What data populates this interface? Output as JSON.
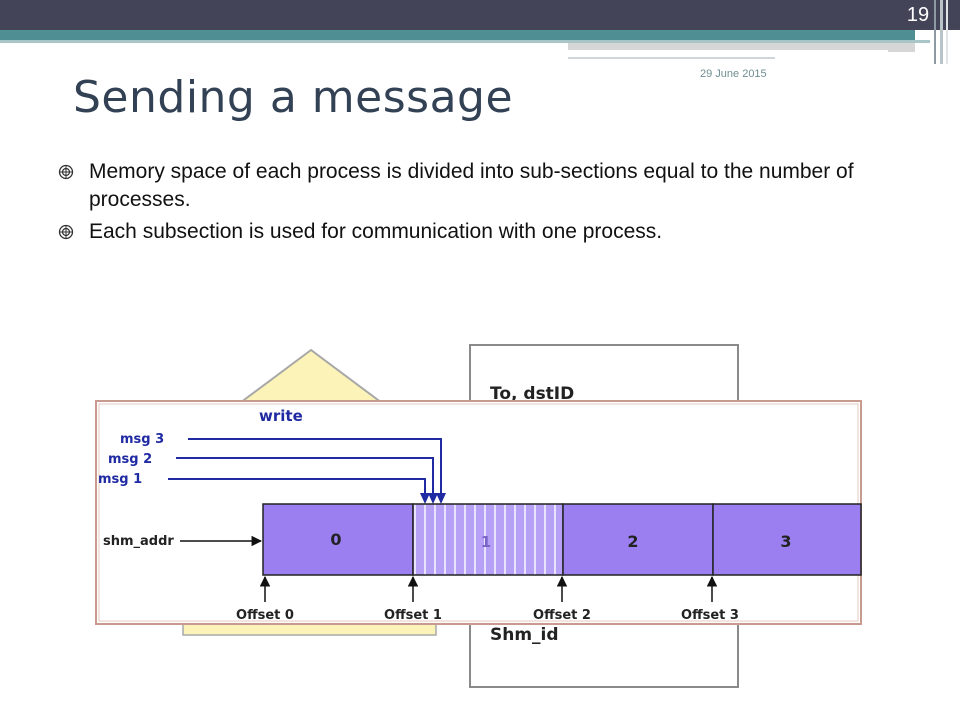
{
  "slide": {
    "number": "19",
    "date": "29 June 2015",
    "title": "Sending a message"
  },
  "bullets": [
    "Memory space of each process is divided into sub-sections equal to the number of processes.",
    "Each subsection is used for communication with one process."
  ],
  "diagram": {
    "back_box_labels": [
      "To, dstID",
      "Shm_id"
    ],
    "write_label": "write",
    "messages": [
      "msg 3",
      "msg 2",
      "msg 1"
    ],
    "shm_label": "shm_addr",
    "segments": [
      "0",
      "1",
      "2",
      "3"
    ],
    "offsets": [
      "Offset 0",
      "Offset 1",
      "Offset 2",
      "Offset 3"
    ],
    "colors": {
      "segment_fill": "#9b7ff0",
      "highlight_fill": "#b7a1f6",
      "arrow_blue": "#1f2aa3",
      "triangle_fill": "#fbf3b7",
      "frame_border": "#c99a90"
    }
  }
}
